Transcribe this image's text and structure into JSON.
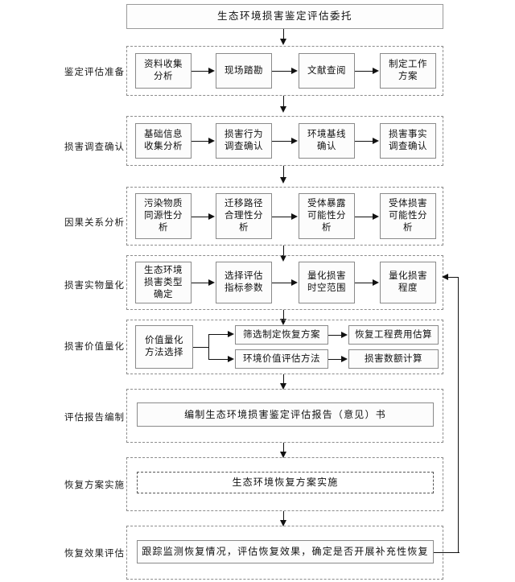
{
  "diagram": {
    "title_node": "生态环境损害鉴定评估委托",
    "stages": [
      {
        "label": "鉴定评估准备",
        "nodes": [
          "资料收集\n分析",
          "现场踏勘",
          "文献查阅",
          "制定工作\n方案"
        ]
      },
      {
        "label": "损害调查确认",
        "nodes": [
          "基础信息\n收集分析",
          "损害行为\n调查确认",
          "环境基线\n确认",
          "损害事实\n调查确认"
        ]
      },
      {
        "label": "因果关系分析",
        "nodes": [
          "污染物质\n同源性分\n析",
          "迁移路径\n合理性分\n析",
          "受体暴露\n可能性分\n析",
          "受体损害\n可能性分\n析"
        ]
      },
      {
        "label": "损害实物量化",
        "nodes": [
          "生态环境\n损害类型\n确定",
          "选择评估\n指标参数",
          "量化损害\n时空范围",
          "量化损害\n程度"
        ]
      },
      {
        "label": "损害价值量化",
        "nodes": [
          "价值量化\n方法选择",
          "筛选制定恢复方案",
          "恢复工程费用估算",
          "环境价值评估方法",
          "损害数额计算"
        ]
      },
      {
        "label": "评估报告编制",
        "nodes": [
          "编制生态环境损害鉴定评估报告（意见）书"
        ]
      },
      {
        "label": "恢复方案实施",
        "nodes": [
          "生态环境恢复方案实施"
        ]
      },
      {
        "label": "恢复效果评估",
        "nodes": [
          "跟踪监测恢复情况，评估恢复效果，确定是否开展补充性恢复"
        ]
      }
    ]
  },
  "style": {
    "node_border": "#8a8a8a",
    "node_fill": "#fcfcfc",
    "stage_border": "#8c8c8c",
    "connector": "#111111",
    "text": "#111111"
  }
}
